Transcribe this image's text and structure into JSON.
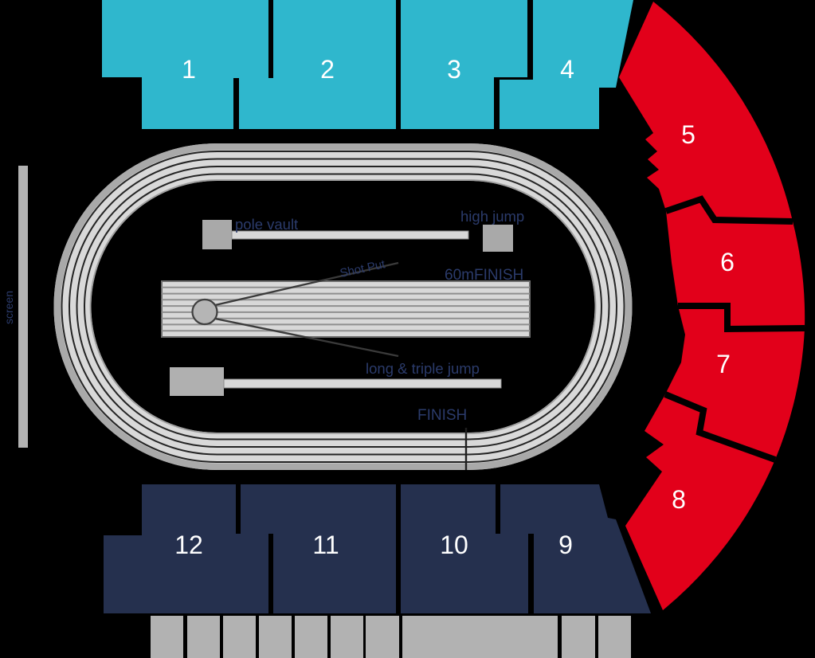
{
  "screen": {
    "label": "screen"
  },
  "track": {
    "labels": {
      "pole_vault": "pole vault",
      "high_jump": "high jump",
      "shot_put": "Shot Put",
      "sprint": "60mFINISH",
      "long_triple_jump": "long & triple jump",
      "finish": "FINISH"
    }
  },
  "sections": {
    "top": [
      {
        "number": "1"
      },
      {
        "number": "2"
      },
      {
        "number": "3"
      },
      {
        "number": "4"
      }
    ],
    "curve": [
      {
        "number": "5"
      },
      {
        "number": "6"
      },
      {
        "number": "7"
      },
      {
        "number": "8"
      }
    ],
    "bottom": [
      {
        "number": "12"
      },
      {
        "number": "11"
      },
      {
        "number": "10"
      },
      {
        "number": "9"
      }
    ]
  },
  "colors": {
    "background": "#000000",
    "top_sections": "#2fb7cd",
    "curve_sections": "#e2001a",
    "bottom_sections": "#25304e",
    "section_number": "#ffffff",
    "track_band_light": "#d9d9d9",
    "track_band_dark": "#a9a9a9",
    "infield_text": "#2b3b6b",
    "equipment_gray": "#a9a9a9",
    "concourse_gray": "#b2b2b2"
  }
}
